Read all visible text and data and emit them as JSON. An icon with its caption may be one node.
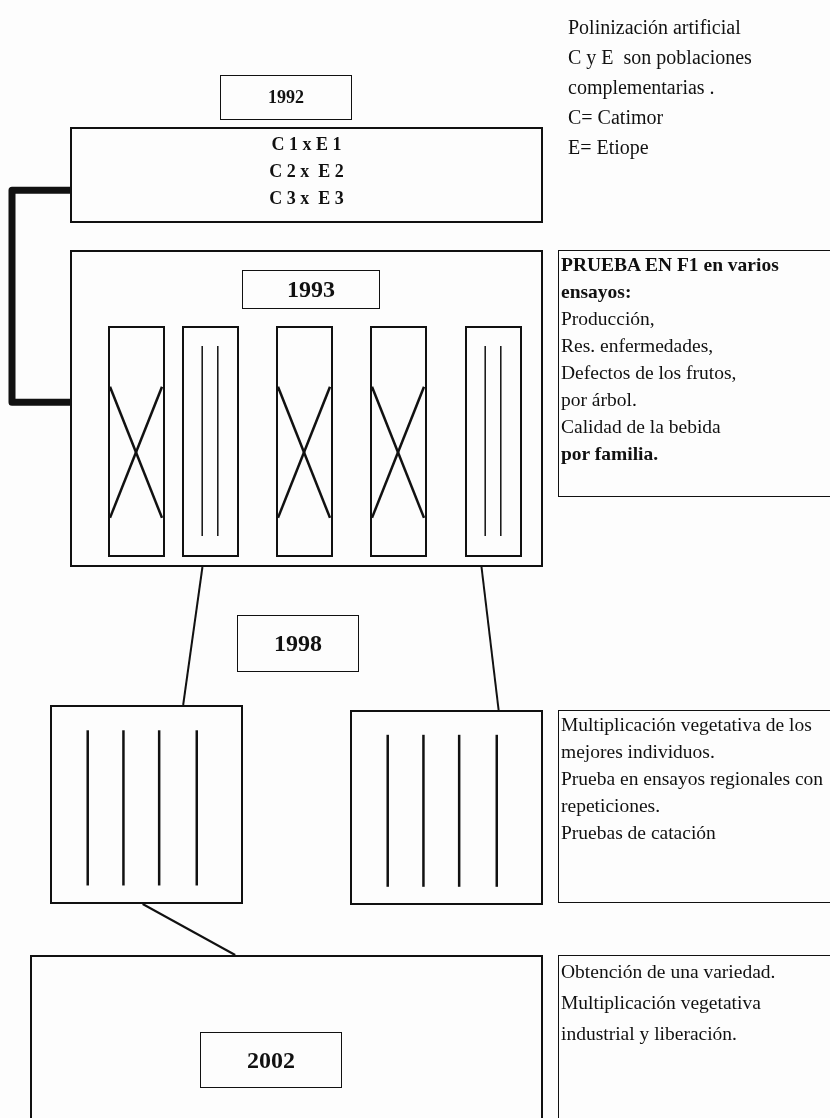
{
  "diagram": {
    "nodes": [
      {
        "text": [
          "1992"
        ]
      },
      {
        "text": [
          "C 1 x E 1",
          "C 2 x  E 2",
          "C 3 x  E 3"
        ]
      },
      {
        "text": [],
        "shape": "box"
      },
      {
        "text": [
          "1993"
        ],
        "in": 2
      },
      {
        "text": [],
        "shape": "box",
        "in": 2
      },
      {
        "text": [],
        "shape": "box",
        "in": 2
      },
      {
        "text": [],
        "shape": "box",
        "in": 2
      },
      {
        "text": [],
        "shape": "box",
        "in": 2
      },
      {
        "text": [],
        "shape": "box",
        "in": 2
      },
      {
        "text": [
          "1998"
        ]
      },
      {
        "text": [],
        "shape": "box"
      },
      {
        "text": [],
        "shape": "box"
      },
      {
        "text": [],
        "shape": "box"
      },
      {
        "text": [
          "2002"
        ],
        "in": 12
      },
      {
        "text": [
          "PRUEBA EN F1 en varios ensayos:",
          "Producción,",
          "Res. enfermedades,",
          "Defectos de los frutos,",
          "por árbol.",
          "Calidad de la bebida",
          "por familia."
        ]
      },
      {
        "text": [
          "Multiplicación vegetativa de los mejores individuos.",
          "Prueba en ensayos regionales con repeticiones.",
          "Pruebas de catación"
        ]
      },
      {
        "text": [
          "Obtención de una variedad.",
          "Multiplicación vegetativa industrial y liberación."
        ]
      }
    ],
    "edges": [
      {
        "from": 1,
        "to": 2,
        "arrow": "none",
        "style": "thick"
      },
      {
        "from": 2,
        "to": 10,
        "arrow": "none"
      },
      {
        "from": 2,
        "to": 11,
        "arrow": "none"
      },
      {
        "from": 10,
        "to": 12,
        "arrow": "none"
      }
    ],
    "labels": [
      "Polinización artificial",
      "C y E  son poblaciones",
      "complementarias .",
      "C= Catimor",
      "E= Etiope"
    ]
  }
}
